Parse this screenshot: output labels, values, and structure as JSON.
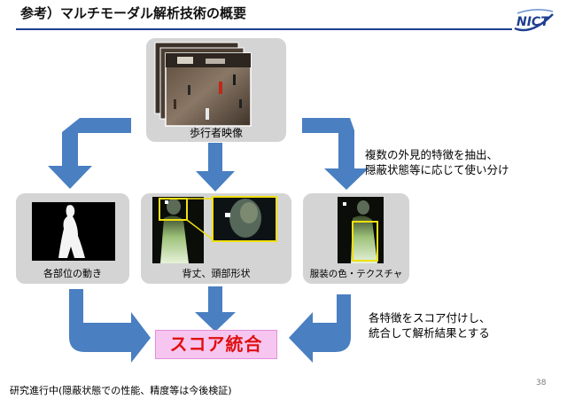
{
  "title": "参考）マルチモーダル解析技術の概要",
  "logo": {
    "text": "NICT",
    "icon": "nict-logo-icon",
    "color": "#1f3f8f"
  },
  "source": {
    "caption": "歩行者映像"
  },
  "panels": [
    {
      "caption": "各部位の動き"
    },
    {
      "caption": "背丈、頭部形状"
    },
    {
      "caption": "服装の色・テクスチャ"
    }
  ],
  "notes": {
    "split_line1": "複数の外見的特徴を抽出、",
    "split_line2": "隠蔽状態等に応じて使い分け",
    "merge_line1": "各特徴をスコア付けし、",
    "merge_line2": "統合して解析結果とする"
  },
  "result": {
    "label": "スコア統合"
  },
  "footer": "研究進行中(隠蔽状態での性能、精度等は今後検証)",
  "page_number": "38",
  "colors": {
    "arrow": "#4a7fc1",
    "highlight": "#f0e010",
    "result_text": "#e01010",
    "result_bg": "#f6c6f0",
    "rule": "#1f3f8f"
  }
}
